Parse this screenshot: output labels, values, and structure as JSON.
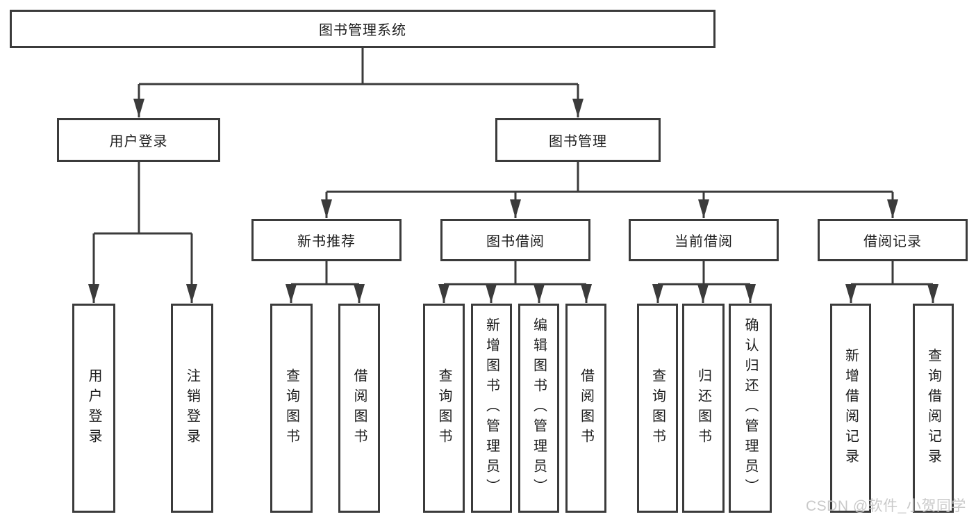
{
  "diagram": {
    "title": "图书管理系统",
    "nodes": {
      "root": "图书管理系统",
      "user_login": "用户登录",
      "book_management": "图书管理",
      "new_book_recommend": "新书推荐",
      "book_borrowing": "图书借阅",
      "current_borrowing": "当前借阅",
      "borrowing_records": "借阅记录",
      "leaf_user_login": "用户登录",
      "leaf_logout": "注销登录",
      "leaf_nbr_query_books": "查询图书",
      "leaf_nbr_borrow_books": "借阅图书",
      "leaf_bb_query_books": "查询图书",
      "leaf_bb_add_books_admin": "新增图书（管理员）",
      "leaf_bb_edit_books_admin": "编辑图书（管理员）",
      "leaf_bb_borrow_books": "借阅图书",
      "leaf_cb_query_books": "查询图书",
      "leaf_cb_return_books": "归还图书",
      "leaf_cb_confirm_return_admin": "确认归还（管理员）",
      "leaf_br_add_record": "新增借阅记录",
      "leaf_br_query_record": "查询借阅记录"
    },
    "colors": {
      "line": "#3b3b3b",
      "text": "#1d1d1d",
      "background": "#ffffff",
      "watermark_color": "#c7c7c7"
    }
  },
  "watermark": {
    "text": "CSDN @软件_小贺同学"
  }
}
